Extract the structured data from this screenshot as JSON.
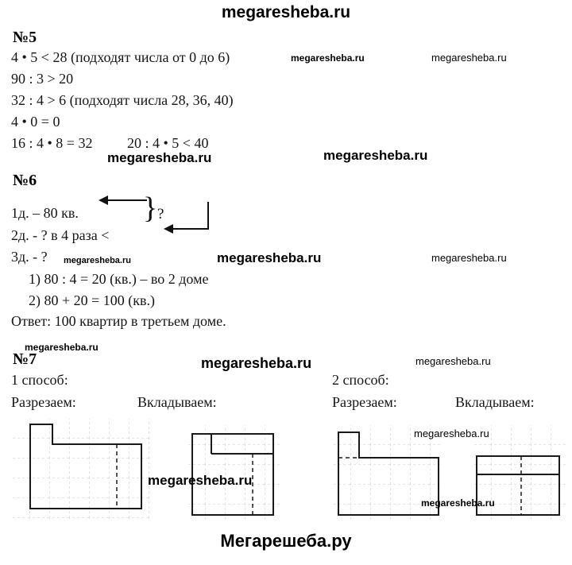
{
  "header": {
    "title": "megaresheba.ru"
  },
  "watermark": {
    "text": "megaresheba.ru"
  },
  "task5": {
    "number": "№5",
    "line1": "4 • 5 < 28 (подходят числа от 0 до 6)",
    "line2": "90 : 3 > 20",
    "line3": "32 : 4 > 6 (подходят числа 28, 36, 40)",
    "line4": "4 • 0 = 0",
    "line5a": "16 : 4 • 8 = 32",
    "line5b": "20 : 4 • 5 < 40"
  },
  "task6": {
    "number": "№6",
    "house1": "1д. – 80 кв.",
    "house2": "2д. - ? в 4 раза <",
    "house3": "3д. - ?",
    "brace": "}",
    "question": "?",
    "step1": "1) 80 : 4 = 20 (кв.) – во 2 доме",
    "step2": "2) 80 + 20 = 100 (кв.)",
    "answer": "Ответ: 100 квартир в третьем доме."
  },
  "task7": {
    "number": "№7",
    "method1": "1 способ:",
    "method2": "2 способ:",
    "cut1": "Разрезаем:",
    "paste1": "Вкладываем:",
    "cut2": "Разрезаем:",
    "paste2": "Вкладываем:"
  },
  "footer": {
    "title": "Мегарешеба.ру"
  }
}
